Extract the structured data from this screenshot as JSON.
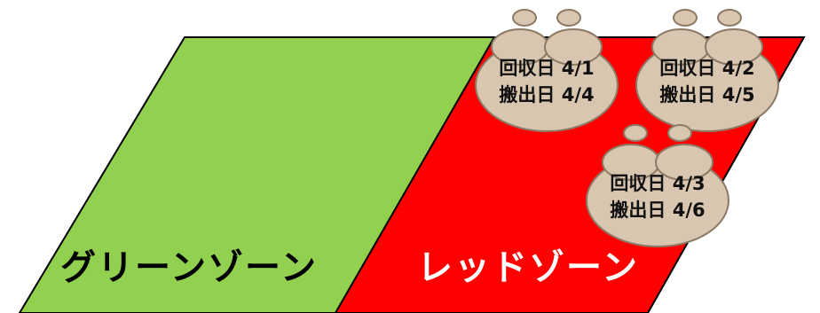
{
  "colors": {
    "green_zone": "#92d050",
    "red_zone": "#ff0000",
    "bag_fill": "#d9c6b0",
    "bag_stroke": "#8c7a66",
    "outline": "#000000"
  },
  "zones": {
    "green": {
      "label": "グリーンゾーン",
      "color": "#000000"
    },
    "red": {
      "label": "レッドゾーン",
      "color": "#ffffff"
    }
  },
  "bags": [
    {
      "collected": "回収日 4/1",
      "shipped": "搬出日 4/4"
    },
    {
      "collected": "回収日 4/2",
      "shipped": "搬出日 4/5"
    },
    {
      "collected": "回収日 4/3",
      "shipped": "搬出日 4/6"
    }
  ]
}
